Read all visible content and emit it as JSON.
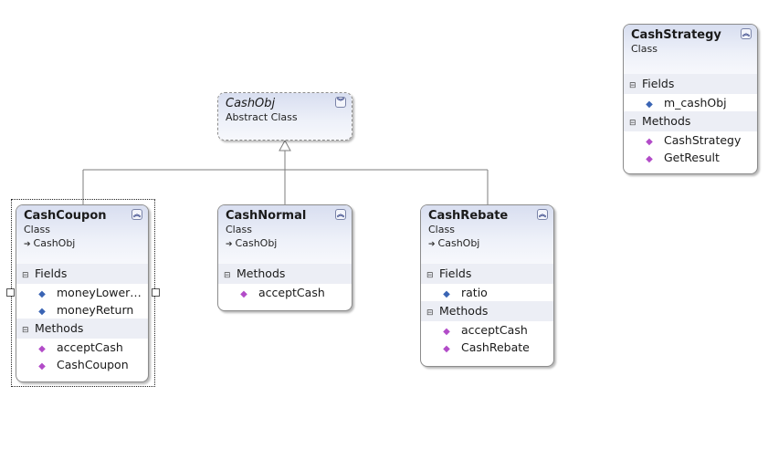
{
  "diagram": {
    "classes": {
      "cash_strategy": {
        "name": "CashStrategy",
        "stereotype": "Class",
        "sections": {
          "fields": {
            "title": "Fields",
            "items": [
              "m_cashObj"
            ]
          },
          "methods": {
            "title": "Methods",
            "items": [
              "CashStrategy",
              "GetResult"
            ]
          }
        }
      },
      "cash_obj": {
        "name": "CashObj",
        "stereotype": "Abstract Class"
      },
      "cash_coupon": {
        "name": "CashCoupon",
        "stereotype": "Class",
        "base": "CashObj",
        "sections": {
          "fields": {
            "title": "Fields",
            "items": [
              "moneyLowerB...",
              "moneyReturn"
            ]
          },
          "methods": {
            "title": "Methods",
            "items": [
              "acceptCash",
              "CashCoupon"
            ]
          }
        }
      },
      "cash_normal": {
        "name": "CashNormal",
        "stereotype": "Class",
        "base": "CashObj",
        "sections": {
          "methods": {
            "title": "Methods",
            "items": [
              "acceptCash"
            ]
          }
        }
      },
      "cash_rebate": {
        "name": "CashRebate",
        "stereotype": "Class",
        "base": "CashObj",
        "sections": {
          "fields": {
            "title": "Fields",
            "items": [
              "ratio"
            ]
          },
          "methods": {
            "title": "Methods",
            "items": [
              "acceptCash",
              "CashRebate"
            ]
          }
        }
      }
    },
    "icons": {
      "field": "field-icon",
      "method": "method-icon",
      "collapse": "collapse-chevron-icon",
      "expand": "expand-chevron-icon",
      "base_arrow": "inheritance-arrow-icon"
    },
    "colors": {
      "header_gradient_top": "#d8def0",
      "section_header": "#eceef5",
      "border": "#8c8c8c",
      "field_icon": "#3a64b4",
      "method_icon": "#b24bc8"
    }
  }
}
